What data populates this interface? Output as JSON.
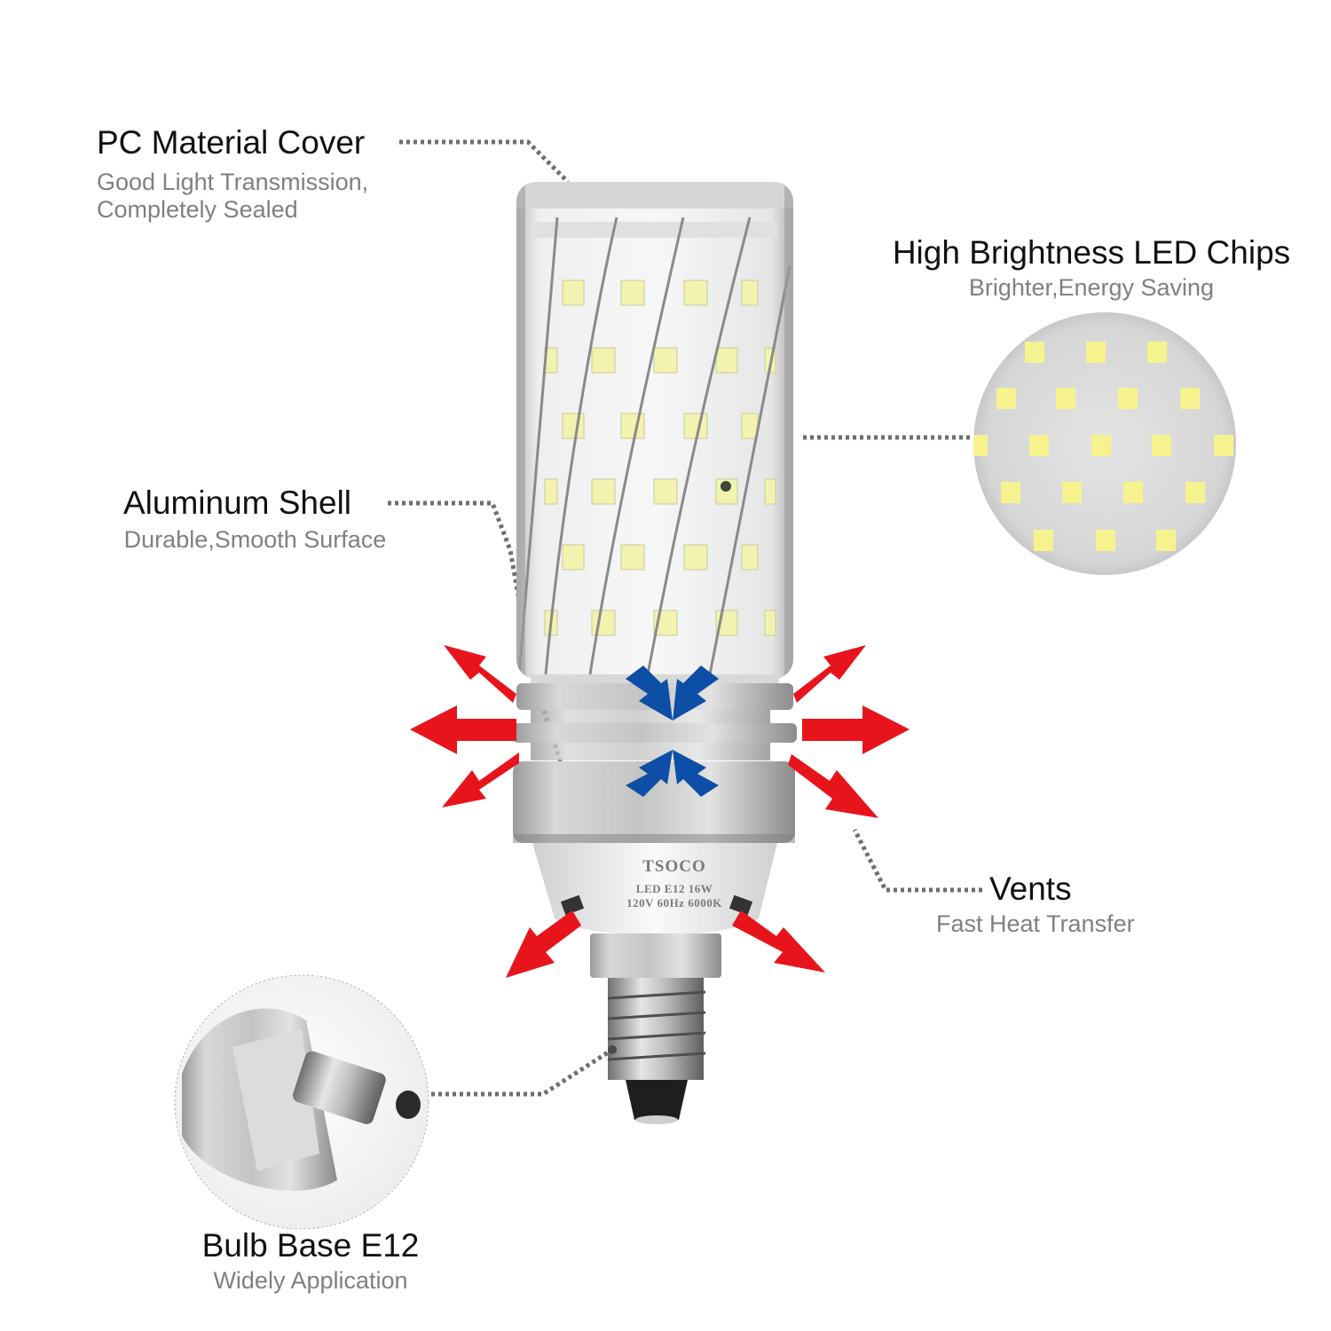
{
  "product": {
    "brand": "TSOCO",
    "spec_line1": "LED E12 16W",
    "spec_line2": "120V 60Hz 6000K"
  },
  "callouts": {
    "pc_cover": {
      "title": "PC Material Cover",
      "subtitle_line1": "Good Light Transmission,",
      "subtitle_line2": "Completely Sealed"
    },
    "led_chips": {
      "title": "High Brightness LED Chips",
      "subtitle": "Brighter,Energy Saving"
    },
    "aluminum_shell": {
      "title": "Aluminum Shell",
      "subtitle": "Durable,Smooth Surface"
    },
    "vents": {
      "title": "Vents",
      "subtitle": "Fast Heat Transfer"
    },
    "bulb_base": {
      "title": "Bulb Base E12",
      "subtitle": "Widely Application"
    }
  },
  "colors": {
    "heat_arrow": "#e8141c",
    "air_arrow": "#0d4ea6",
    "led_chip": "#f3f3b0",
    "title_text": "#111111",
    "subtitle_text": "#808080",
    "leader_line": "#6e6e6e"
  }
}
